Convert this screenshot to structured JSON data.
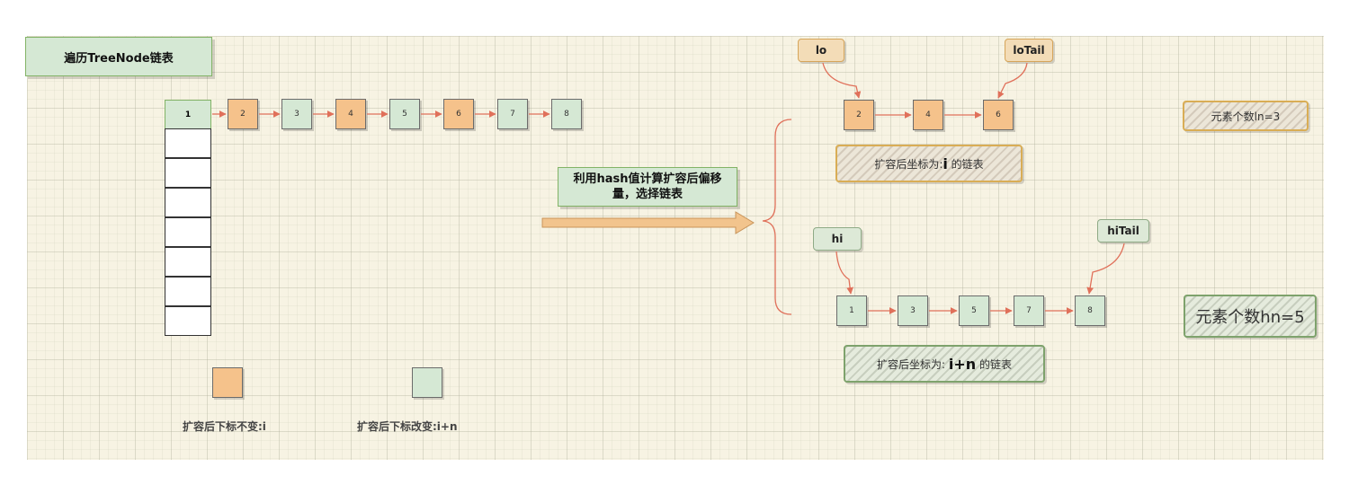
{
  "title": "遍历TreeNode链表",
  "bucket_first_label": "1",
  "top_chain": [
    {
      "label": "2",
      "color": "orange"
    },
    {
      "label": "3",
      "color": "green"
    },
    {
      "label": "4",
      "color": "orange"
    },
    {
      "label": "5",
      "color": "green"
    },
    {
      "label": "6",
      "color": "orange"
    },
    {
      "label": "7",
      "color": "green"
    },
    {
      "label": "8",
      "color": "green"
    }
  ],
  "center_label": "利用hash值计算扩容后偏移量，选择链表",
  "lo": {
    "head": "lo",
    "tail": "loTail",
    "nodes": [
      "2",
      "4",
      "6"
    ],
    "caption_prefix": "扩容后坐标为:",
    "caption_var": "i",
    "caption_suffix": " 的链表",
    "count": "元素个数ln=3"
  },
  "hi": {
    "head": "hi",
    "tail": "hiTail",
    "nodes": [
      "1",
      "3",
      "5",
      "7",
      "8"
    ],
    "caption_prefix": "扩容后坐标为: ",
    "caption_var": "i+n",
    "caption_suffix": " 的链表",
    "count": "元素个数hn=5"
  },
  "legend": {
    "unchanged": "扩容后下标不变:i",
    "changed": "扩容后下标改变:i+n"
  },
  "colors": {
    "orange": "#f5c28b",
    "green": "#d5e8d4",
    "arrow": "#e0705a",
    "big_arrow": "#f2c48d"
  }
}
